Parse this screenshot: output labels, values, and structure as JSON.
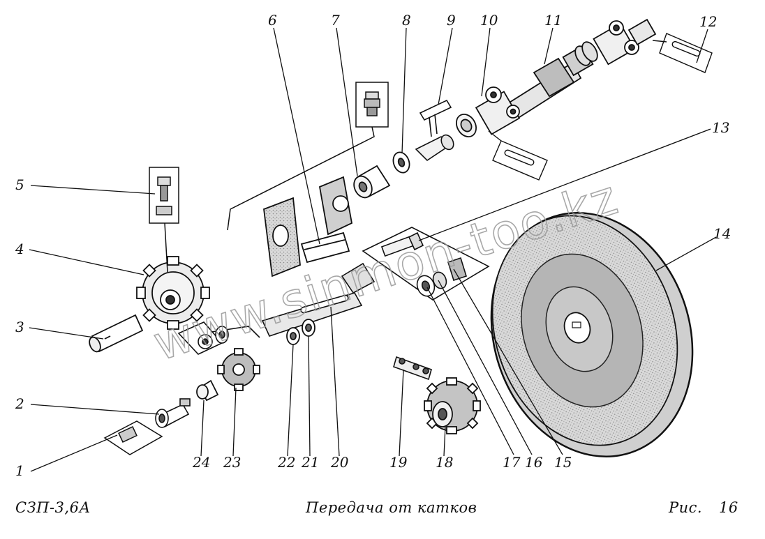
{
  "diagram": {
    "callouts": [
      "1",
      "2",
      "3",
      "4",
      "5",
      "6",
      "7",
      "8",
      "9",
      "10",
      "11",
      "12",
      "13",
      "14",
      "15",
      "16",
      "17",
      "18",
      "19",
      "20",
      "21",
      "22",
      "23",
      "24"
    ],
    "watermark": "www.sinmon-too.kz"
  },
  "footer": {
    "model": "СЗП-3,6А",
    "title": "Передача от катков",
    "figure_label": "Рис.",
    "figure_number": "16"
  }
}
